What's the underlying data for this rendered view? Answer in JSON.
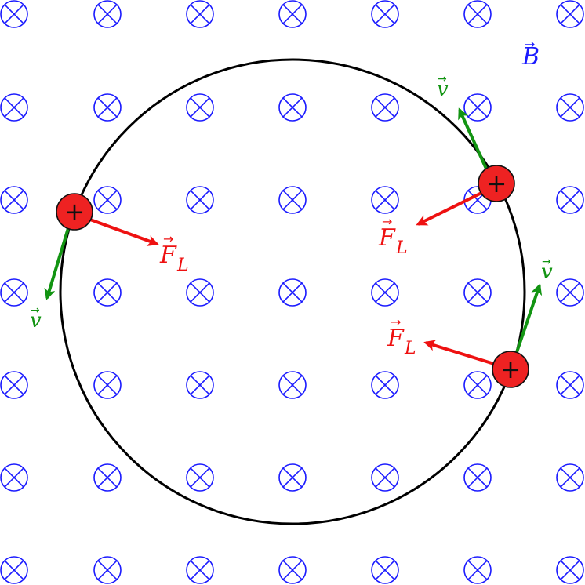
{
  "field": {
    "symbol": "⊗",
    "label": "B",
    "color": "#1a1aff"
  },
  "orbit": {
    "color": "#000000"
  },
  "charge": {
    "sign": "+",
    "fill": "#ee2222",
    "stroke": "#111111"
  },
  "velocity": {
    "label": "v",
    "color": "#129412"
  },
  "force": {
    "label": "F",
    "subscript": "L",
    "color": "#ee1111"
  }
}
